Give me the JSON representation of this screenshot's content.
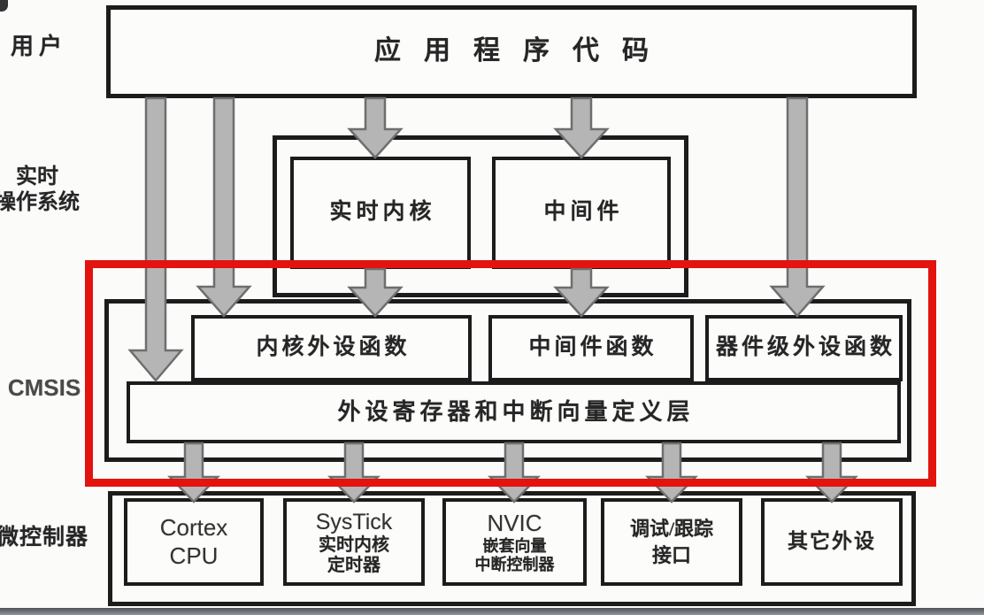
{
  "diagram": {
    "side_labels": {
      "user": "用户",
      "rtos_line1": "实时",
      "rtos_line2": "操作系统",
      "cmsis": "CMSIS",
      "mcu": "微控制器"
    },
    "boxes": {
      "app_code": "应用程序代码",
      "rtos_kernel": "实时内核",
      "middleware": "中间件",
      "core_func": "内核外设函数",
      "middleware_func": "中间件函数",
      "device_func": "器件级外设函数",
      "register_layer": "外设寄存器和中断向量定义层",
      "cortex_line1": "Cortex",
      "cortex_line2": "CPU",
      "systick_line1": "SysTick",
      "systick_line2": "实时内核",
      "systick_line3": "定时器",
      "nvic_line1": "NVIC",
      "nvic_line2": "嵌套向量",
      "nvic_line3": "中断控制器",
      "debug_line1": "调试/跟踪",
      "debug_line2": "接口",
      "other_periph": "其它外设"
    },
    "colors": {
      "highlight_red": "#e31310",
      "arrow_fill": "#b5b5b5",
      "arrow_stroke": "#6e6e6e",
      "line_black": "#1c1c1c"
    }
  }
}
